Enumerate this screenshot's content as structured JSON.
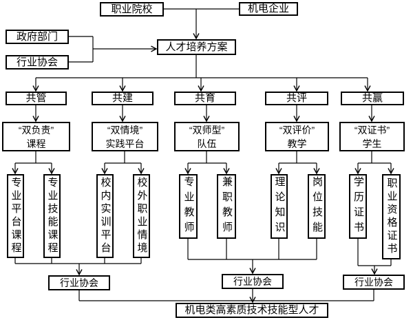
{
  "nodes": {
    "school": "职业院校",
    "enterprise": "机电企业",
    "government": "政府部门",
    "industry_association": "行业协会",
    "plan": "人才培养方案"
  },
  "branches": [
    {
      "label": "共管",
      "line1": "“双负责”",
      "line2": "课程",
      "children": [
        "专业平台课程",
        "专业技能课程"
      ]
    },
    {
      "label": "共建",
      "line1": "“双情境”",
      "line2": "实践平台",
      "children": [
        "校内实训平台",
        "校外职业情境"
      ]
    },
    {
      "label": "共育",
      "line1": "“双师型”",
      "line2": "队伍",
      "children": [
        "专业教师",
        "兼职教师"
      ]
    },
    {
      "label": "共评",
      "line1": "“双评价”",
      "line2": "教学",
      "children": [
        "理论知识",
        "岗位技能"
      ]
    },
    {
      "label": "共赢",
      "line1": "“双证书”",
      "line2": "学生",
      "children": [
        "学历证书",
        "职业资格证书"
      ]
    }
  ],
  "associations": [
    "行业协会",
    "行业协会",
    "行业协会"
  ],
  "final_node": "机电类高素质技术技能型人才",
  "colors": {
    "line": "#000000",
    "border": "#000000",
    "background": "#ffffff"
  }
}
